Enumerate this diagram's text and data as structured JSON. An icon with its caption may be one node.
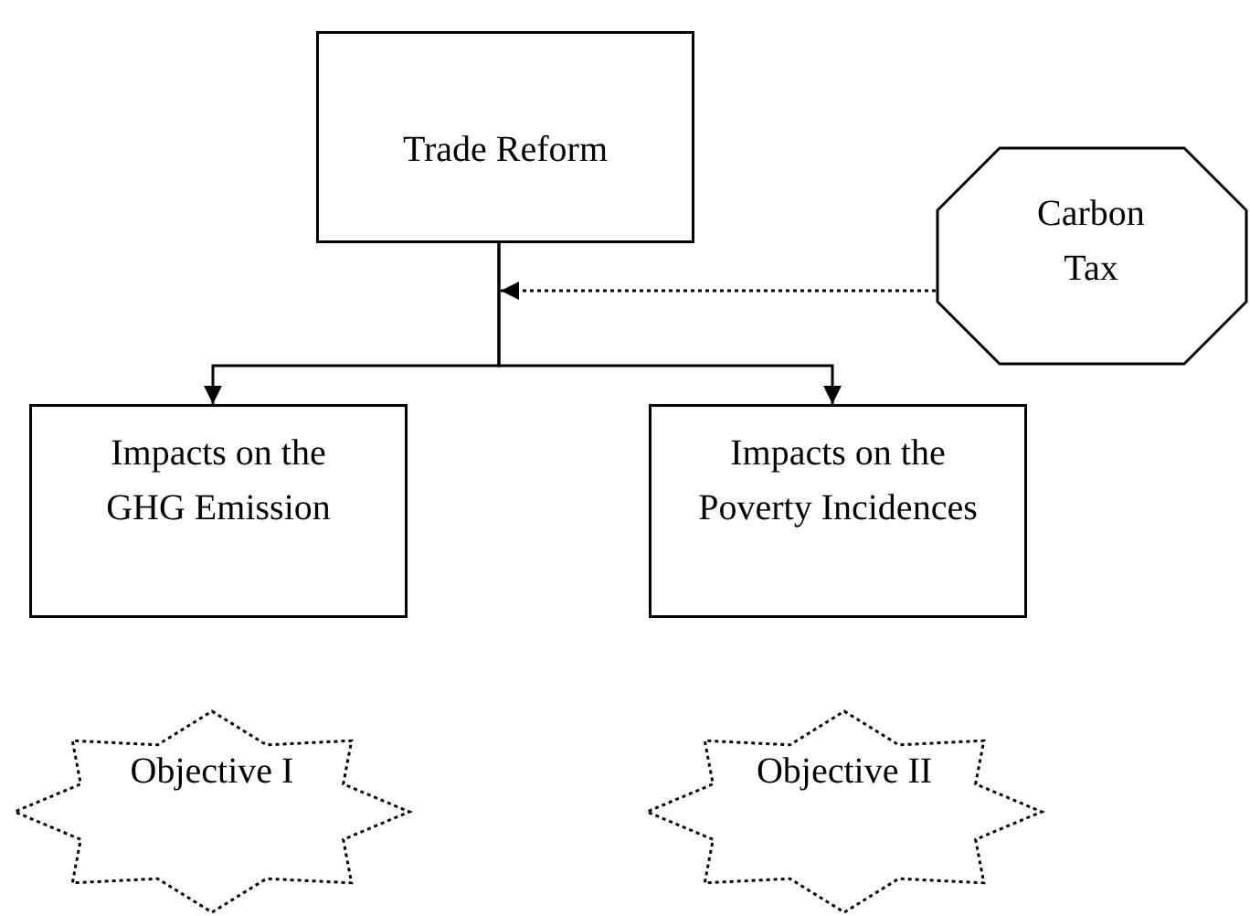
{
  "diagram": {
    "nodes": [
      {
        "text": [
          "Trade Reform"
        ]
      },
      {
        "text": [
          "Carbon Tax"
        ]
      },
      {
        "text": [
          "Impacts on the GHG Emission"
        ]
      },
      {
        "text": [
          "Impacts on the Poverty Incidences"
        ]
      },
      {
        "text": [
          "Objective I"
        ]
      },
      {
        "text": [
          "Objective II"
        ]
      }
    ],
    "edges": [
      {
        "from": 0,
        "to": 2,
        "arrow": "to"
      },
      {
        "from": 0,
        "to": 3,
        "arrow": "to"
      },
      {
        "from": 1,
        "to": null,
        "arrow": "to",
        "style": "dashed"
      }
    ]
  }
}
